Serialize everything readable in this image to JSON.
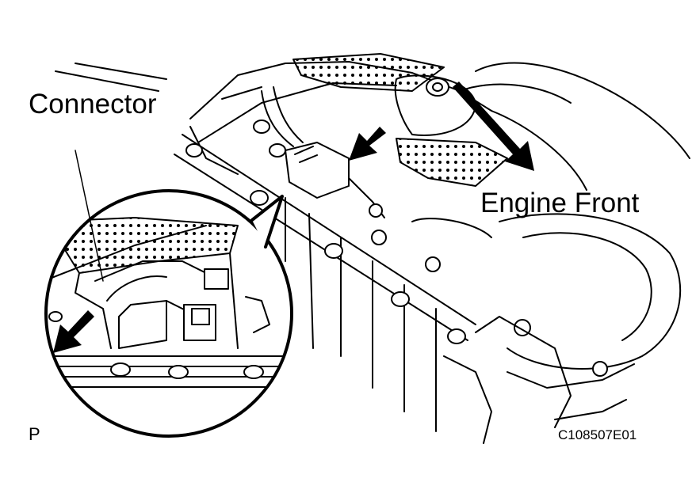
{
  "labels": {
    "connector": "Connector",
    "engine_front": "Engine Front",
    "view_letter": "P",
    "figure_code": "C108507E01"
  },
  "colors": {
    "ink": "#000000",
    "paper": "#ffffff"
  }
}
